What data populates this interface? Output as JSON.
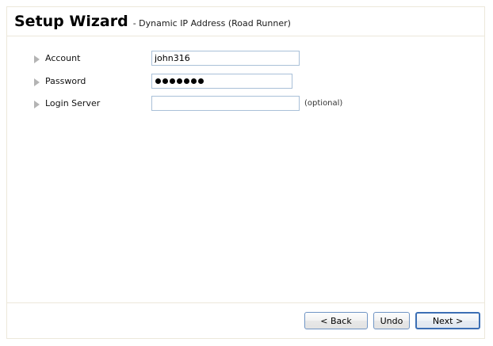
{
  "header": {
    "title": "Setup Wizard",
    "subtitle": "- Dynamic IP Address (Road Runner)"
  },
  "form": {
    "rows": [
      {
        "label": "Account",
        "value": "john316",
        "placeholder": "",
        "note": ""
      },
      {
        "label": "Password",
        "value": "●●●●●●●",
        "masked_dots": 7,
        "placeholder": "",
        "note": ""
      },
      {
        "label": "Login Server",
        "value": "",
        "placeholder": "",
        "note": "(optional)"
      }
    ]
  },
  "footer": {
    "buttons": [
      {
        "label": "< Back"
      },
      {
        "label": "Undo"
      },
      {
        "label": "Next >"
      }
    ]
  },
  "colors": {
    "frame_border": "#ece8da",
    "input_border": "#a9c0d8",
    "button_border": "#7095c4",
    "default_button_border": "#3c6fb4",
    "bullet": "#b4b4b4",
    "background": "#ffffff"
  }
}
